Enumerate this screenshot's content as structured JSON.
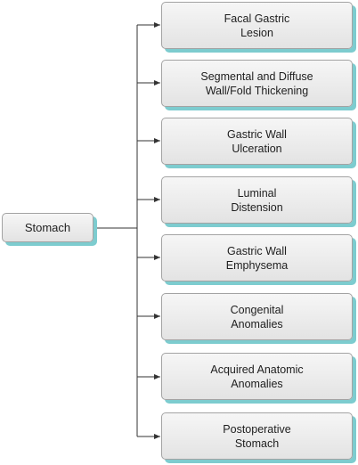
{
  "diagram": {
    "root": {
      "label": "Stomach"
    },
    "children": [
      {
        "label": "Facal Gastric\nLesion"
      },
      {
        "label": "Segmental and Diffuse\nWall/Fold Thickening"
      },
      {
        "label": "Gastric Wall\nUlceration"
      },
      {
        "label": "Luminal\nDistension"
      },
      {
        "label": "Gastric Wall\nEmphysema"
      },
      {
        "label": "Congenital\nAnomalies"
      },
      {
        "label": "Acquired Anatomic\nAnomalies"
      },
      {
        "label": "Postoperative\nStomach"
      }
    ],
    "colors": {
      "node_fill_top": "#f6f6f6",
      "node_fill_bottom": "#e3e3e3",
      "node_border": "#a3a3a3",
      "node_shadow": "#7dcccf",
      "connector": "#333333"
    }
  }
}
